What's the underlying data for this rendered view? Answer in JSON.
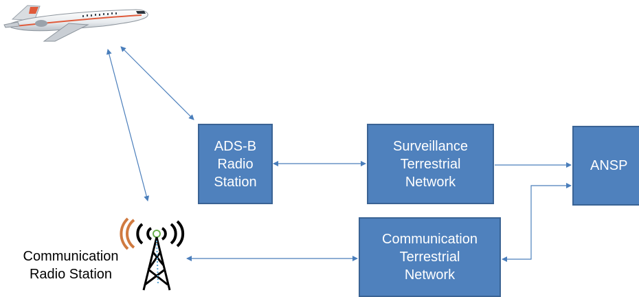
{
  "nodes": {
    "adsb": "ADS-B\nRadio\nStation",
    "surveillance": "Surveillance\nTerrestrial\nNetwork",
    "ansp": "ANSP",
    "communication_network": "Communication\nTerrestrial\nNetwork",
    "communication_station": "Communication\nRadio Station"
  },
  "icons": {
    "aircraft": "airplane-icon",
    "tower": "radio-tower-icon"
  },
  "colors": {
    "box_fill": "#4f81bd",
    "box_border": "#3a6394",
    "connector": "#4a7ebb",
    "box_text": "#ffffff",
    "label_text": "#000000"
  }
}
